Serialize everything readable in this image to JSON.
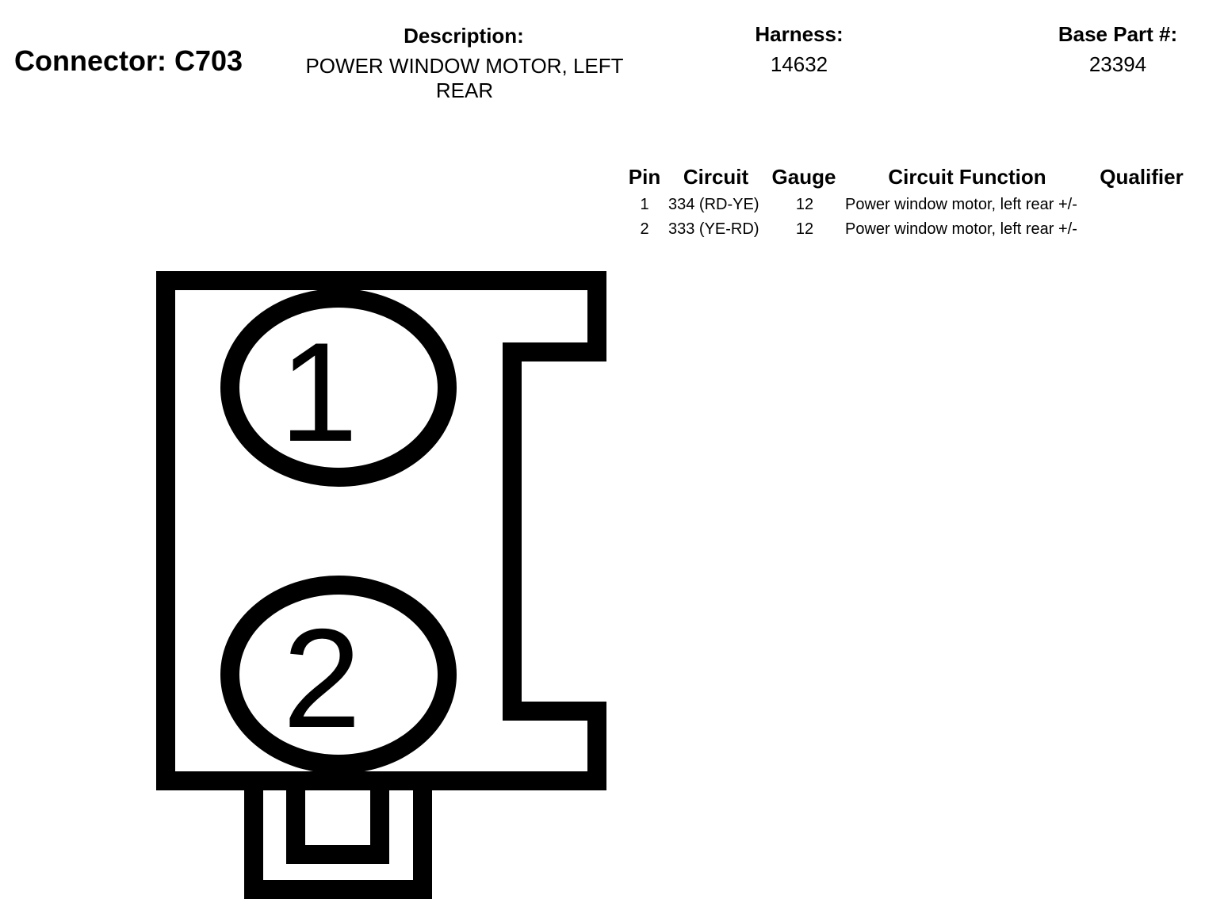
{
  "connector": {
    "title": "Connector: C703",
    "description_label": "Description:",
    "description": "POWER WINDOW MOTOR, LEFT REAR",
    "harness_label": "Harness:",
    "harness": "14632",
    "base_part_label": "Base Part #:",
    "base_part": "23394"
  },
  "pin_table": {
    "headers": {
      "pin": "Pin",
      "circuit": "Circuit",
      "gauge": "Gauge",
      "function": "Circuit Function",
      "qualifier": "Qualifier"
    },
    "rows": [
      {
        "pin": "1",
        "circuit": "334 (RD-YE)",
        "gauge": "12",
        "function": "Power window motor, left rear +/-",
        "qualifier": ""
      },
      {
        "pin": "2",
        "circuit": "333 (YE-RD)",
        "gauge": "12",
        "function": "Power window motor, left rear +/-",
        "qualifier": ""
      }
    ]
  },
  "diagram": {
    "pin_labels": [
      "1",
      "2"
    ],
    "line_color": "#000000",
    "fill_color": "#ffffff"
  }
}
